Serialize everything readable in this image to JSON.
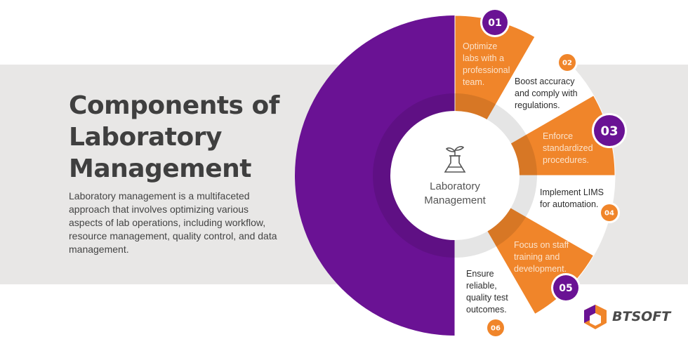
{
  "heading": {
    "title": "Components of Laboratory Management",
    "description": "Laboratory management is a multifaceted approach that involves optimizing various aspects of lab operations, including workflow, resource management, quality control, and data management."
  },
  "wheel": {
    "center_label": "Laboratory Management",
    "center_icon": "flask-plant-icon",
    "segments": [
      {
        "number": "01",
        "text": "Optimize labs with a professional team."
      },
      {
        "number": "02",
        "text": "Boost accuracy and comply with regulations."
      },
      {
        "number": "03",
        "text": "Enforce standardized procedures."
      },
      {
        "number": "04",
        "text": "Implement LIMS for automation."
      },
      {
        "number": "05",
        "text": "Focus on staff training and development."
      },
      {
        "number": "06",
        "text": "Ensure reliable, quality test outcomes."
      }
    ]
  },
  "logo": {
    "name": "BTSOFT"
  },
  "colors": {
    "purple": "#6a1294",
    "orange": "#f0852a",
    "grey_band": "#e8e7e6"
  }
}
